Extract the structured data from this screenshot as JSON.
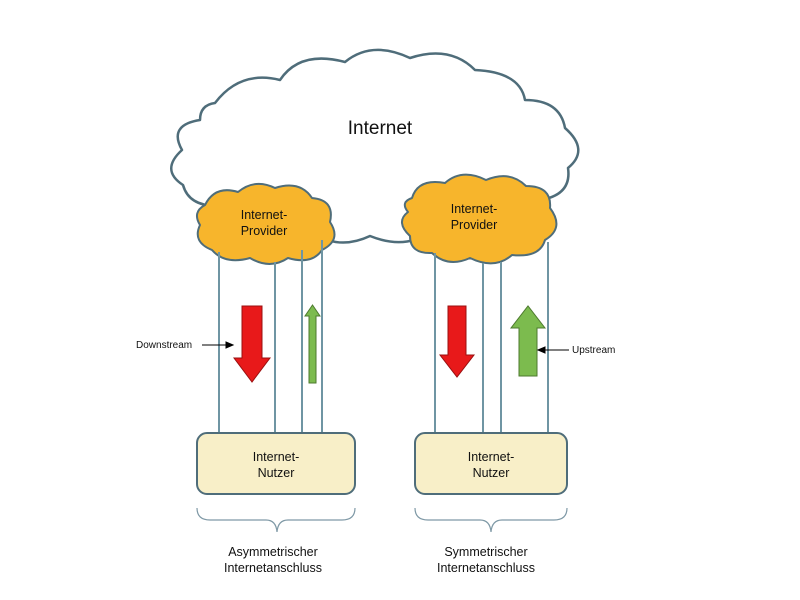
{
  "cloud": {
    "label": "Internet"
  },
  "providers": [
    {
      "line1": "Internet-",
      "line2": "Provider"
    },
    {
      "line1": "Internet-",
      "line2": "Provider"
    }
  ],
  "users": [
    {
      "line1": "Internet-",
      "line2": "Nutzer"
    },
    {
      "line1": "Internet-",
      "line2": "Nutzer"
    }
  ],
  "arrows": {
    "downstream": "Downstream",
    "upstream": "Upstream"
  },
  "connections": [
    {
      "line1": "Asymmetrischer",
      "line2": "Internetanschluss"
    },
    {
      "line1": "Symmetrischer",
      "line2": "Internetanschluss"
    }
  ],
  "colors": {
    "cloud_fill": "#ffffff",
    "cloud_stroke": "#4f6d7a",
    "provider_fill": "#f7b52c",
    "provider_stroke": "#4f6d7a",
    "user_fill": "#f8efc8",
    "user_stroke": "#4f6d7a",
    "line_stroke": "#6f95a3",
    "down_arrow": "#e8191a",
    "up_arrow": "#7cbb4e",
    "bracket": "#7f99a6"
  }
}
